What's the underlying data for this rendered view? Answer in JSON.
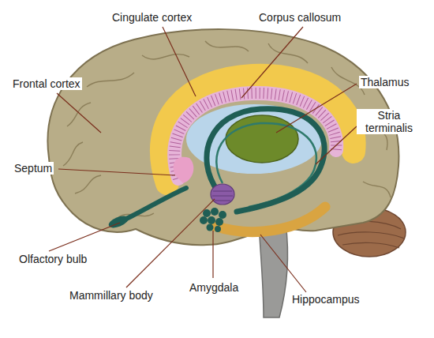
{
  "diagram": {
    "labels": [
      "Cingulate cortex",
      "Corpus callosum",
      "Frontal cortex",
      "Thalamus",
      "Stria terminalis",
      "Septum",
      "Olfactory bulb",
      "Mammillary body",
      "Amygdala",
      "Hippocampus"
    ]
  }
}
